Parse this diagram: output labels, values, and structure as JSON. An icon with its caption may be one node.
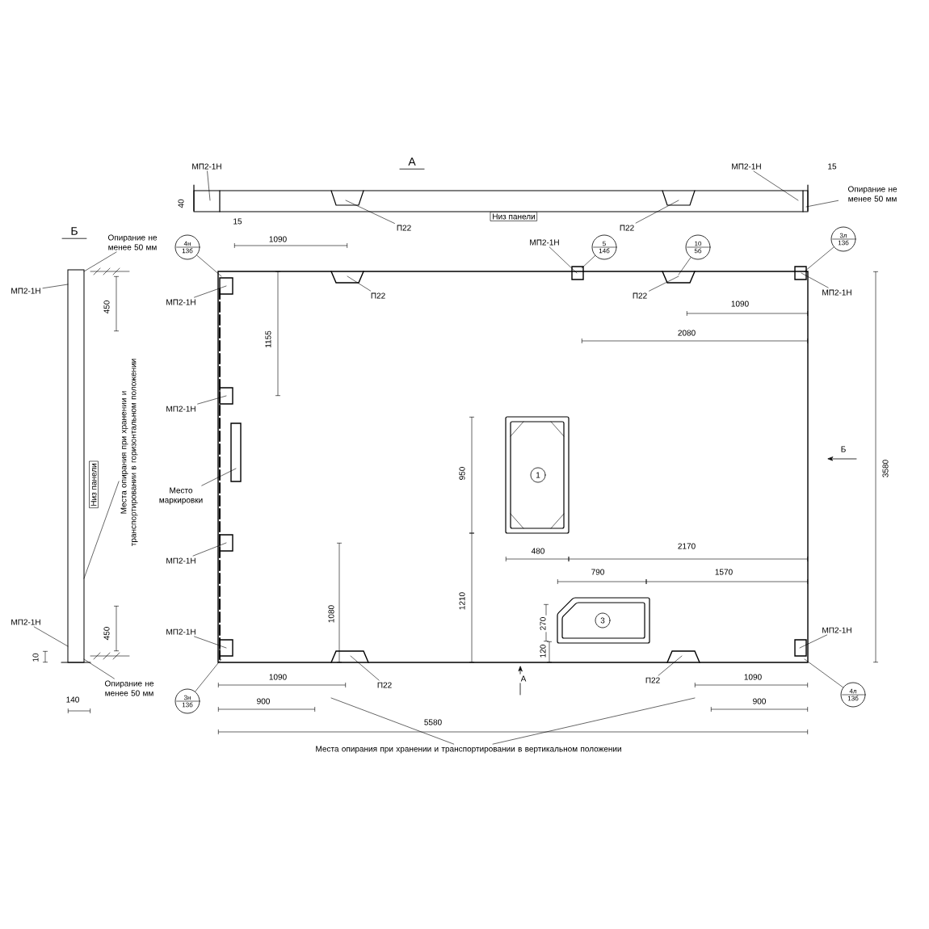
{
  "diagram": {
    "nodes": [
      {
        "text": [
          "МП2-1Н"
        ]
      },
      {
        "text": [
          "МП2-1Н"
        ]
      },
      {
        "text": [
          "П22"
        ]
      },
      {
        "text": [
          "П22"
        ]
      },
      {
        "text": [
          "Опирание не менее 50 мм"
        ]
      },
      {
        "text": [
          "4н",
          "13б"
        ]
      },
      {
        "text": [
          "МП2-1Н"
        ]
      },
      {
        "text": [
          "5",
          "14б"
        ]
      },
      {
        "text": [
          "10",
          "5б"
        ]
      },
      {
        "text": [
          "3л",
          "13б"
        ]
      },
      {
        "text": [
          "П22"
        ],
        "in": 27
      },
      {
        "text": [
          "П22"
        ],
        "in": 27
      },
      {
        "text": [
          "МП2-1Н"
        ]
      },
      {
        "text": [
          "Опирание не менее 50 мм"
        ]
      },
      {
        "text": [
          "МП2-1Н"
        ]
      },
      {
        "text": [
          "МП2-1Н"
        ]
      },
      {
        "text": [
          "МП2-1Н"
        ]
      },
      {
        "text": [
          "Место маркировки"
        ]
      },
      {
        "text": [
          "МП2-1Н"
        ]
      },
      {
        "text": [
          "МП2-1Н"
        ]
      },
      {
        "text": [
          "МП2-1Н"
        ]
      },
      {
        "text": [
          "Опирание не менее 50 мм"
        ]
      },
      {
        "text": [
          "3н",
          "13б"
        ]
      },
      {
        "text": [
          "П22"
        ]
      },
      {
        "text": [
          "П22"
        ]
      },
      {
        "text": [
          "МП2-1Н"
        ]
      },
      {
        "text": [
          "4л",
          "13б"
        ]
      },
      {
        "text": [],
        "shape": "box"
      },
      {
        "text": [
          "1"
        ],
        "in": 27
      },
      {
        "text": [
          "3"
        ],
        "in": 27
      },
      {
        "text": [
          "Места опирания при хранении и транспортировании в горизонтальном положении"
        ]
      },
      {
        "text": [
          "Места опирания при хранении и транспортировании в вертикальном положении"
        ]
      },
      {
        "text": [],
        "shape": "bar"
      },
      {
        "text": [],
        "shape": "bar"
      }
    ],
    "edges": [
      {
        "from": 0,
        "to": 32,
        "arrow": "none"
      },
      {
        "from": 1,
        "to": 32,
        "arrow": "none"
      },
      {
        "from": 2,
        "to": 32,
        "arrow": "none"
      },
      {
        "from": 3,
        "to": 32,
        "arrow": "none"
      },
      {
        "from": 4,
        "to": 32,
        "arrow": "none"
      },
      {
        "from": 5,
        "to": 27,
        "arrow": "none"
      },
      {
        "from": 6,
        "to": 27,
        "arrow": "none"
      },
      {
        "from": 7,
        "to": 27,
        "arrow": "none"
      },
      {
        "from": 8,
        "to": 27,
        "arrow": "none"
      },
      {
        "from": 9,
        "to": 27,
        "arrow": "none"
      },
      {
        "from": 10,
        "to": 27,
        "arrow": "none"
      },
      {
        "from": 11,
        "to": 27,
        "arrow": "none"
      },
      {
        "from": 12,
        "to": 27,
        "arrow": "none"
      },
      {
        "from": 13,
        "to": 33,
        "arrow": "none"
      },
      {
        "from": 14,
        "to": 33,
        "arrow": "none"
      },
      {
        "from": 15,
        "to": 27,
        "arrow": "none"
      },
      {
        "from": 16,
        "to": 27,
        "arrow": "none"
      },
      {
        "from": 17,
        "to": 27,
        "arrow": "none"
      },
      {
        "from": 18,
        "to": 27,
        "arrow": "none"
      },
      {
        "from": 19,
        "to": 27,
        "arrow": "none"
      },
      {
        "from": 20,
        "to": 33,
        "arrow": "none"
      },
      {
        "from": 21,
        "to": 33,
        "arrow": "none"
      },
      {
        "from": 22,
        "to": 27,
        "arrow": "none"
      },
      {
        "from": 23,
        "to": 27,
        "arrow": "none"
      },
      {
        "from": 24,
        "to": 27,
        "arrow": "none"
      },
      {
        "from": 25,
        "to": 27,
        "arrow": "none"
      },
      {
        "from": 26,
        "to": 27,
        "arrow": "none"
      },
      {
        "from": 30,
        "to": 33,
        "arrow": "none"
      },
      {
        "from": 31,
        "to": null,
        "arrow": "none"
      },
      {
        "from": 31,
        "to": null,
        "arrow": "none"
      }
    ],
    "labels": [
      "А",
      "Б",
      "40",
      "15",
      "15",
      "Низ панели",
      "1090",
      "1090",
      "2080",
      "1155",
      "450",
      "Низ панели",
      "950",
      "1210",
      "1080",
      "480",
      "2170",
      "790",
      "1570",
      "270",
      "120",
      "Б",
      "3580",
      "450",
      "10",
      "140",
      "1090",
      "900",
      "1090",
      "900",
      "5580",
      "А"
    ]
  }
}
